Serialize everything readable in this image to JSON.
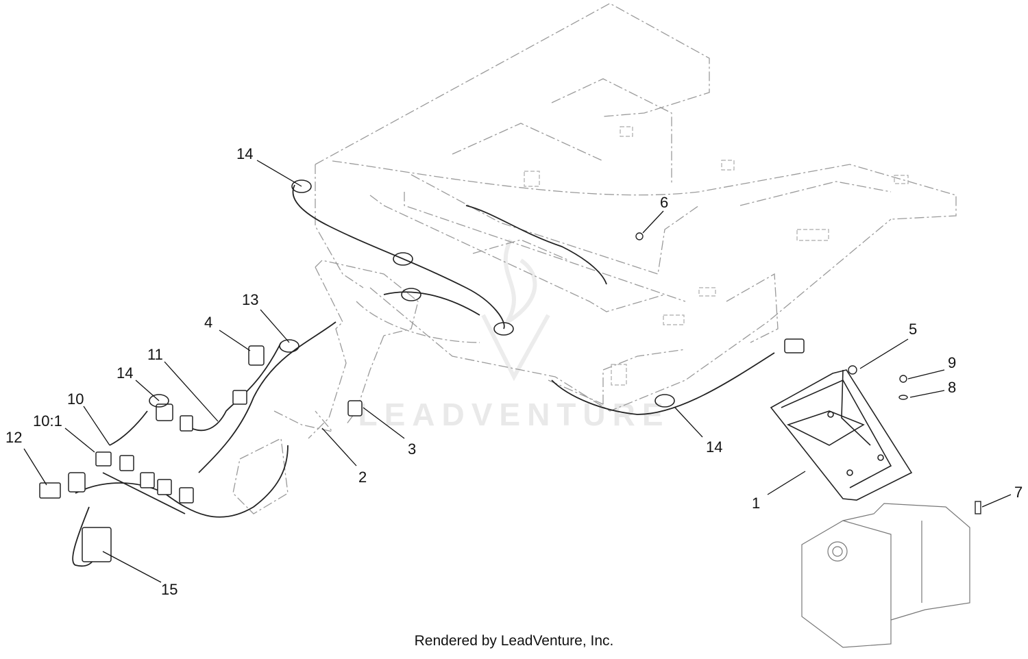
{
  "callouts": [
    {
      "id": "14a",
      "text": "14"
    },
    {
      "id": "6",
      "text": "6"
    },
    {
      "id": "13",
      "text": "13"
    },
    {
      "id": "4",
      "text": "4"
    },
    {
      "id": "11",
      "text": "11"
    },
    {
      "id": "14b",
      "text": "14"
    },
    {
      "id": "10",
      "text": "10"
    },
    {
      "id": "10-1",
      "text": "10:1"
    },
    {
      "id": "12",
      "text": "12"
    },
    {
      "id": "3",
      "text": "3"
    },
    {
      "id": "2",
      "text": "2"
    },
    {
      "id": "14c",
      "text": "14"
    },
    {
      "id": "5",
      "text": "5"
    },
    {
      "id": "9",
      "text": "9"
    },
    {
      "id": "8",
      "text": "8"
    },
    {
      "id": "1",
      "text": "1"
    },
    {
      "id": "7",
      "text": "7"
    },
    {
      "id": "15",
      "text": "15"
    }
  ],
  "watermark": "LEADVENTURE",
  "footer": "Rendered by LeadVenture, Inc."
}
